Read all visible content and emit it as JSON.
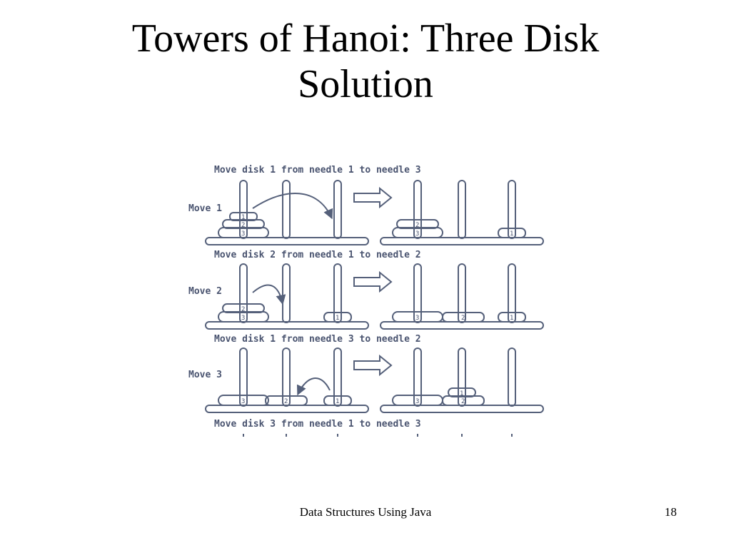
{
  "slide": {
    "title_line1": "Towers of Hanoi: Three Disk",
    "title_line2": "Solution",
    "footer": "Data Structures Using Java",
    "page_number": "18"
  },
  "diagram": {
    "colors": {
      "ink": "#55607a",
      "text": "#4a5470"
    },
    "captions": [
      "Move disk 1 from needle 1 to needle 3",
      "Move disk 2 from needle 1 to needle 2",
      "Move disk 1 from needle 3 to needle 2",
      "Move disk 3 from needle 1 to needle 3"
    ],
    "move_labels": [
      "Move 1",
      "Move 2",
      "Move 3"
    ],
    "disk_labels": {
      "d1": "1",
      "d2": "2",
      "d3": "3"
    }
  }
}
